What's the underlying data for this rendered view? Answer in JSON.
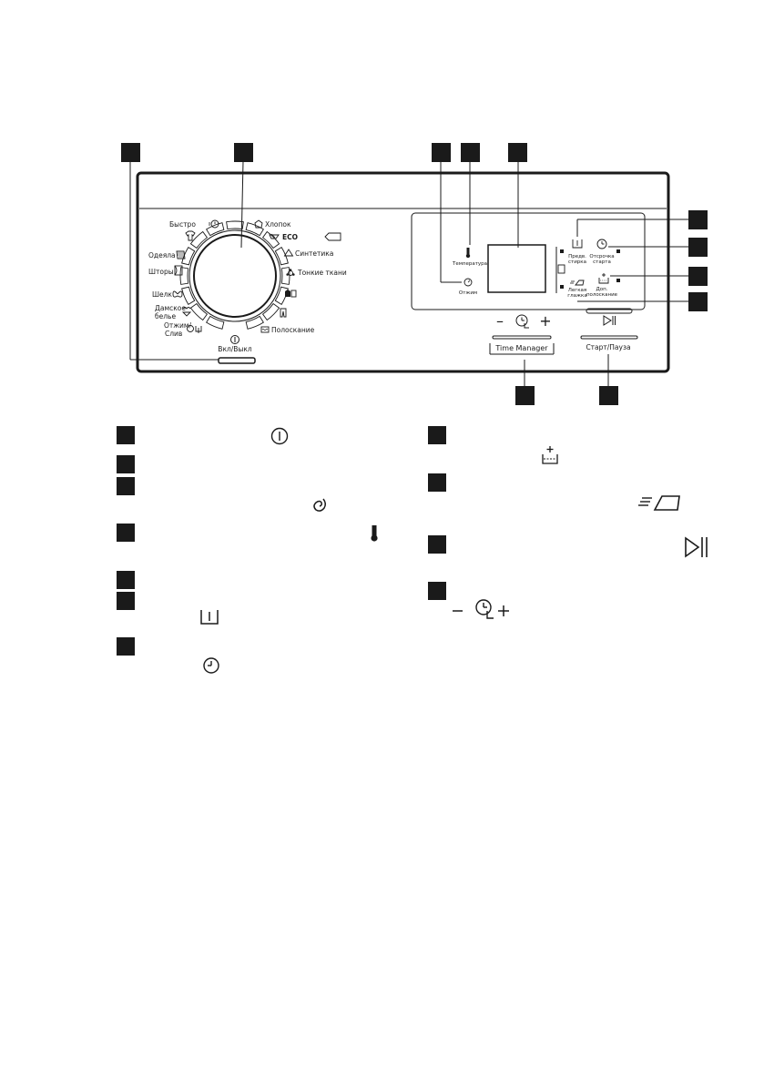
{
  "dial_programs": [
    {
      "id": "bystro",
      "label": "Быстро",
      "icon": "quick-wash-icon"
    },
    {
      "id": "khlopok",
      "label": "Хлопок",
      "icon": "cotton-icon"
    },
    {
      "id": "eco",
      "label": "ECO",
      "icon": "eco-icon"
    },
    {
      "id": "sintetika",
      "label": "Синтетика",
      "icon": "synthetics-icon"
    },
    {
      "id": "tonkie",
      "label": "Тонкие ткани",
      "icon": "delicates-icon"
    },
    {
      "id": "sport",
      "label": "",
      "icon": "sportswear-icon"
    },
    {
      "id": "jeans",
      "label": "",
      "icon": "jeans-icon"
    },
    {
      "id": "poloskanie",
      "label": "Полоскание",
      "icon": "rinse-icon"
    },
    {
      "id": "otzhim",
      "label": "Отжим/ Слив",
      "icon": "spin-drain-icon"
    },
    {
      "id": "bele",
      "label": "Дамское белье",
      "icon": "lingerie-icon"
    },
    {
      "id": "shelk",
      "label": "Шелк",
      "icon": "silk-icon"
    },
    {
      "id": "shtory",
      "label": "Шторы",
      "icon": "curtains-icon"
    },
    {
      "id": "odeyala",
      "label": "Одеяла",
      "icon": "duvet-icon"
    }
  ],
  "panel": {
    "power_label": "Вкл/Выкл",
    "temperature_label": "Температура",
    "spin_label": "Отжим",
    "prewash_label": "Предв. стирка",
    "delay_label": "Отсрочка старта",
    "extra_rinse_label": "Доп. полоскание",
    "easy_iron_label": "Легкая глажка",
    "time_manager_label": "Time Manager",
    "start_pause_label": "Старт/Пауза",
    "minus_label": "–",
    "plus_label": "+"
  },
  "accent_color": "#1a1a1a",
  "callouts_top": [
    "",
    "",
    "",
    "",
    ""
  ],
  "callouts_right": [
    "",
    "",
    "",
    ""
  ],
  "callouts_bottom": [
    "",
    ""
  ],
  "legend_left": [
    {
      "number": "",
      "icon": "power-icon"
    },
    {
      "number": "",
      "icon": ""
    },
    {
      "number": "",
      "icon": "spin-icon"
    },
    {
      "number": "",
      "icon": "temperature-icon"
    },
    {
      "number": "",
      "icon": ""
    },
    {
      "number": "",
      "icon": "prewash-icon"
    },
    {
      "number": "",
      "icon": "delay-start-icon"
    }
  ],
  "legend_right": [
    {
      "number": "",
      "icon": "extra-rinse-icon"
    },
    {
      "number": "",
      "icon": "easy-iron-icon"
    },
    {
      "number": "",
      "icon": "start-pause-icon"
    },
    {
      "number": "",
      "icon": "time-manager-icon"
    }
  ]
}
